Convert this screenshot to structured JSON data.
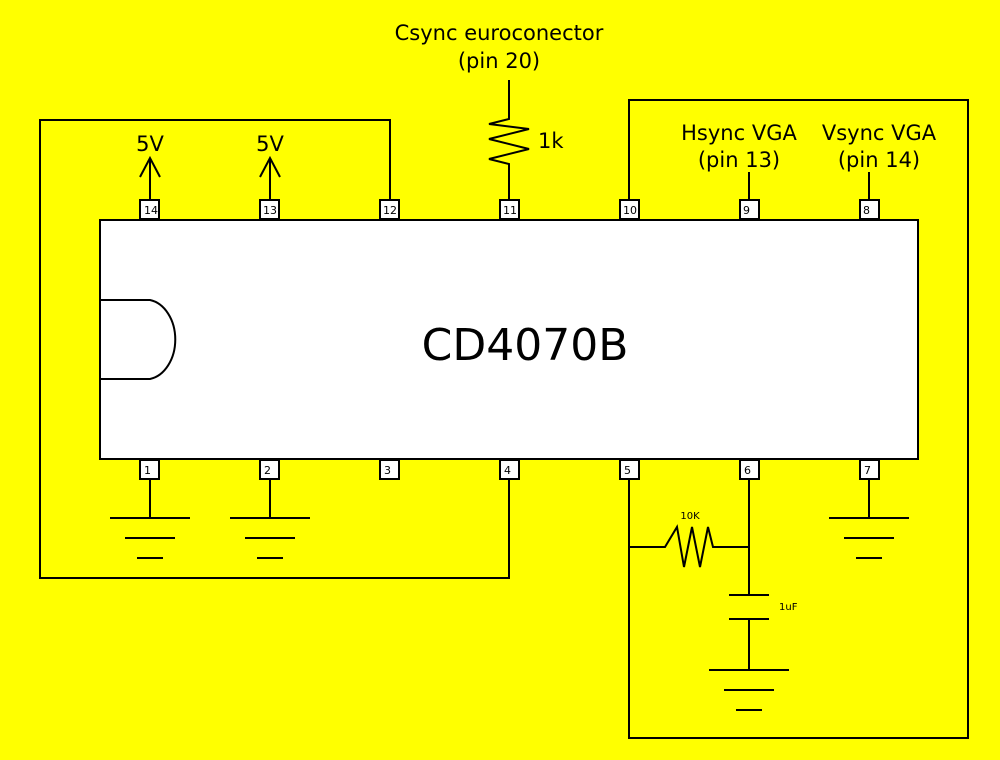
{
  "background_color": "#ffff00",
  "chip": {
    "name": "CD4070B",
    "body_color": "#ffffff"
  },
  "pins": {
    "top": [
      "14",
      "13",
      "12",
      "11",
      "10",
      "9",
      "8"
    ],
    "bottom": [
      "1",
      "2",
      "3",
      "4",
      "5",
      "6",
      "7"
    ]
  },
  "labels": {
    "supply_14": "5V",
    "supply_13": "5V",
    "csync_line1": "Csync euroconector",
    "csync_line2": "(pin 20)",
    "resistor_1k": "1k",
    "hsync_line1": "Hsync VGA",
    "hsync_line2": "(pin 13)",
    "vsync_line1": "Vsync VGA",
    "vsync_line2": "(pin 14)",
    "resistor_10k": "10K",
    "capacitor_1uf": "1uF"
  }
}
